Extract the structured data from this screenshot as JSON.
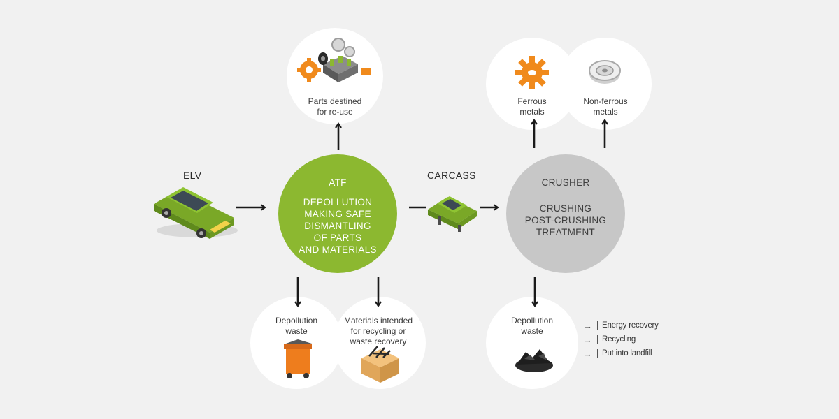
{
  "nodes": {
    "elv": {
      "label": "ELV"
    },
    "atf": {
      "title": "ATF",
      "lines": [
        "DEPOLLUTION",
        "MAKING SAFE",
        "DISMANTLING",
        "OF PARTS",
        "AND MATERIALS"
      ]
    },
    "carcass": {
      "label": "CARCASS"
    },
    "crusher": {
      "title": "CRUSHER",
      "lines": [
        "CRUSHING",
        "POST-CRUSHING",
        "TREATMENT"
      ]
    },
    "parts_reuse": {
      "lines": [
        "Parts destined",
        "for re-use"
      ]
    },
    "ferrous": {
      "lines": [
        "Ferrous",
        "metals"
      ]
    },
    "non_ferrous": {
      "lines": [
        "Non-ferrous",
        "metals"
      ]
    },
    "depollution_waste_atf": {
      "lines": [
        "Depollution",
        "waste"
      ]
    },
    "materials_recycling": {
      "lines": [
        "Materials intended",
        "for recycling or",
        "waste recovery"
      ]
    },
    "depollution_waste_crusher": {
      "lines": [
        "Depollution",
        "waste"
      ]
    }
  },
  "outcomes": [
    "Energy recovery",
    "Recycling",
    "Put into landfill"
  ],
  "colors": {
    "accent_green": "#8cb830",
    "crusher_grey": "#c7c7c7",
    "background": "#f1f1f1",
    "arrow": "#1a1a1a"
  }
}
